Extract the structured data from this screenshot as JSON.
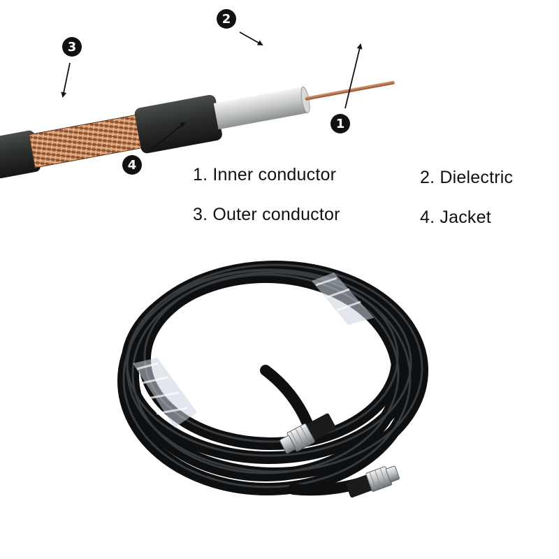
{
  "legend": {
    "items": [
      {
        "number": "1",
        "text": "1. Inner conductor"
      },
      {
        "number": "2",
        "text": "2. Dielectric"
      },
      {
        "number": "3",
        "text": "3. Outer conductor"
      },
      {
        "number": "4",
        "text": "4. Jacket"
      }
    ]
  },
  "markers": [
    "1",
    "2",
    "3",
    "4"
  ],
  "colors": {
    "copper": "#b8774e",
    "jacket": "#2a2d2a",
    "dielectric": "#c9ccc9",
    "marker": "#111111",
    "cable": "#1b1c1e"
  }
}
